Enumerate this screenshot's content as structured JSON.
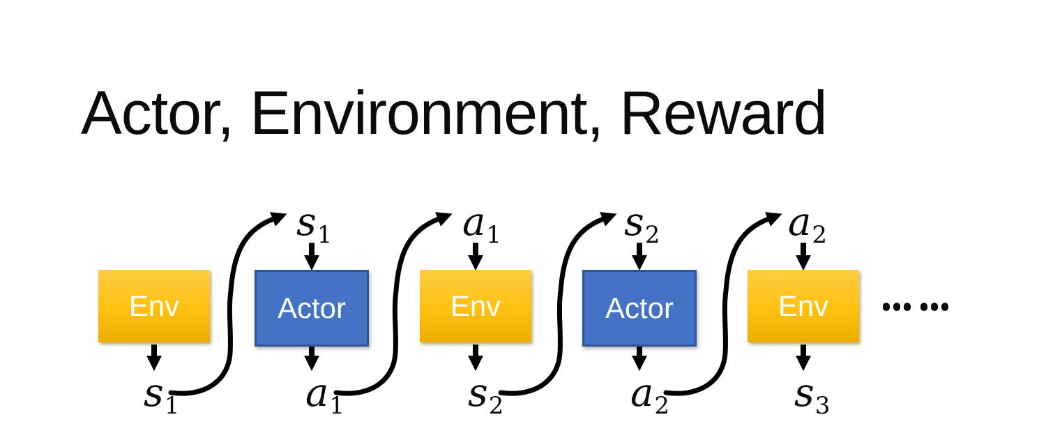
{
  "title": "Actor, Environment, Reward",
  "colors": {
    "env_fill_top": "#FFCD43",
    "env_fill_bottom": "#EBAE00",
    "actor_fill": "#4472C4",
    "actor_border": "#2F5597",
    "arrow": "#000000",
    "box_text": "#FFFFFF",
    "title_text": "#0B0B0B"
  },
  "boxes": [
    {
      "label": "Env",
      "type": "environment"
    },
    {
      "label": "Actor",
      "type": "actor"
    },
    {
      "label": "Env",
      "type": "environment"
    },
    {
      "label": "Actor",
      "type": "actor"
    },
    {
      "label": "Env",
      "type": "environment"
    }
  ],
  "top_labels": [
    {
      "base": "s",
      "sub": "1"
    },
    {
      "base": "a",
      "sub": "1"
    },
    {
      "base": "s",
      "sub": "2"
    },
    {
      "base": "a",
      "sub": "2"
    }
  ],
  "bottom_labels": [
    {
      "base": "s",
      "sub": "1"
    },
    {
      "base": "a",
      "sub": "1"
    },
    {
      "base": "s",
      "sub": "2"
    },
    {
      "base": "a",
      "sub": "2"
    },
    {
      "base": "s",
      "sub": "3"
    }
  ],
  "ellipsis": "……"
}
